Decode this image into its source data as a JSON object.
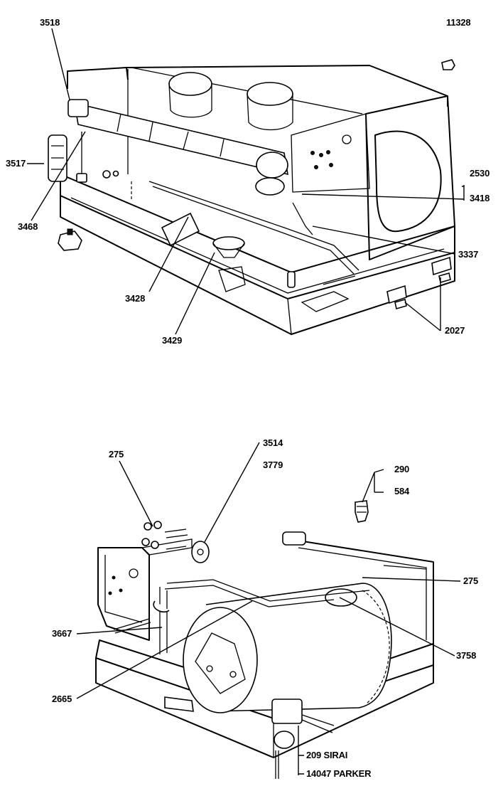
{
  "top_view": {
    "callouts": {
      "p3518": "3518",
      "p11328": "11328",
      "p3517": "3517",
      "p3468": "3468",
      "p2530": "2530",
      "p3418": "3418",
      "p3337": "3337",
      "p3428": "3428",
      "p3429": "3429",
      "p2027": "2027"
    }
  },
  "bottom_view": {
    "callouts": {
      "p275a": "275",
      "p3514": "3514",
      "p3779": "3779",
      "p290": "290",
      "p584": "584",
      "p275b": "275",
      "p3667": "3667",
      "p3758": "3758",
      "p2665": "2665",
      "p209": "209 SIRAI",
      "p14047": "14047 PARKER"
    }
  }
}
